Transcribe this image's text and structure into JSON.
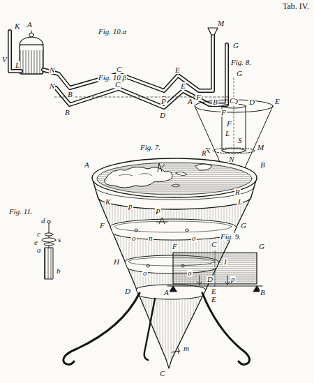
{
  "diagram": {
    "labels": [
      "Tab. IV.",
      "Fig. 10.α",
      "Fig. 10.β",
      "Fig. 8.",
      "Fig. 7.",
      "Fig. 9.",
      "Fig. 11.",
      "K",
      "A",
      "V",
      "L",
      "N",
      "B",
      "C",
      "D",
      "E",
      "F",
      "M",
      "G",
      "N",
      "B",
      "C",
      "P",
      "D",
      "E",
      "O",
      "F",
      "G",
      "A",
      "B",
      "C",
      "D",
      "E",
      "F",
      "L",
      "S",
      "K",
      "N",
      "M",
      "R",
      "A",
      "B",
      "K",
      "L",
      "F",
      "G",
      "H",
      "I",
      "D",
      "E",
      "C",
      "m",
      "p",
      "P",
      "R",
      "n",
      "o",
      "o",
      "o",
      "o",
      "d",
      "c",
      "e",
      "s",
      "a",
      "b",
      "F",
      "C",
      "G",
      "A",
      "D",
      "p",
      "B",
      "E"
    ]
  }
}
